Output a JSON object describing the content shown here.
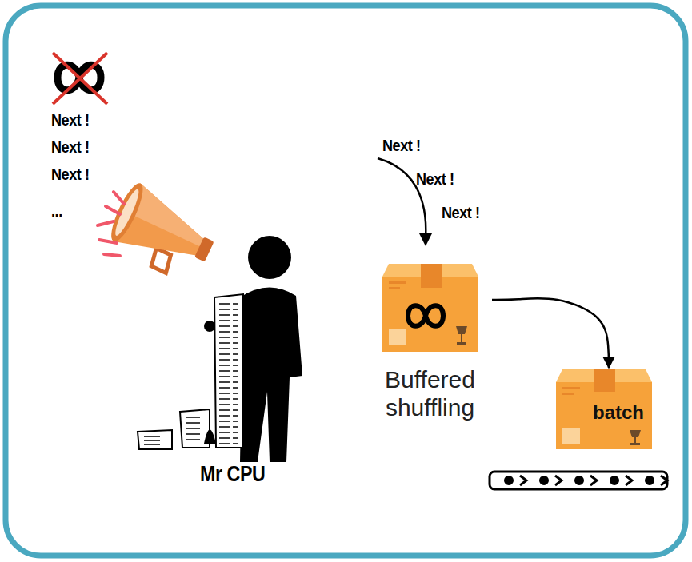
{
  "diagram": {
    "nodes": [
      {
        "text": [
          "Buffered shuffling"
        ]
      },
      {
        "text": [
          "batch"
        ]
      }
    ],
    "edges": [
      {
        "from": 0,
        "to": 1,
        "arrow": "to"
      }
    ],
    "labels": [
      "Next !",
      "Next !",
      "Next !",
      "...",
      "Next !",
      "Next !",
      "Next !",
      "Mr CPU"
    ]
  }
}
